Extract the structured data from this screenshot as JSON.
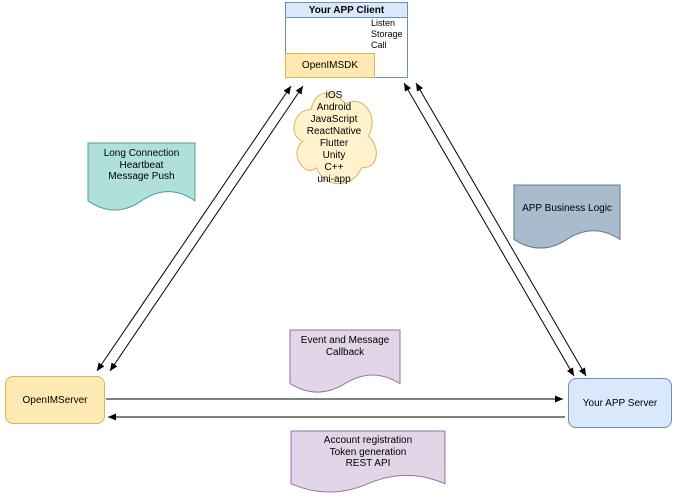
{
  "client": {
    "title": "Your APP Client",
    "hooks": [
      "Listen",
      "Storage",
      "Call"
    ],
    "sdk": "OpenIMSDK"
  },
  "cloud": {
    "platforms_text": "iOS\nAndroid\nJavaScript\nReactNative\nFlutter\nUnity\nC++\nuni-app"
  },
  "notes": {
    "push": "Long Connection\nHeartbeat\nMessage Push",
    "business": "APP Business Logic",
    "callback": "Event and Message\nCallback",
    "rest": "Account registration\nToken generation\nREST API"
  },
  "servers": {
    "openim": "OpenIMServer",
    "app": "Your APP Server"
  },
  "colors": {
    "blue-fill": "#dae8fc",
    "blue-border": "#6c8ebf",
    "yellow-fill": "#ffe9b3",
    "yellow-border": "#d6b656",
    "cloud-fill": "#fff2cc",
    "teal-fill": "#b0e0dc",
    "teal-border": "#4d9e97",
    "gray-fill": "#a8bccd",
    "gray-border": "#64798c",
    "purple-fill": "#e1d5e7",
    "purple-border": "#9673a6",
    "line": "#000000"
  }
}
